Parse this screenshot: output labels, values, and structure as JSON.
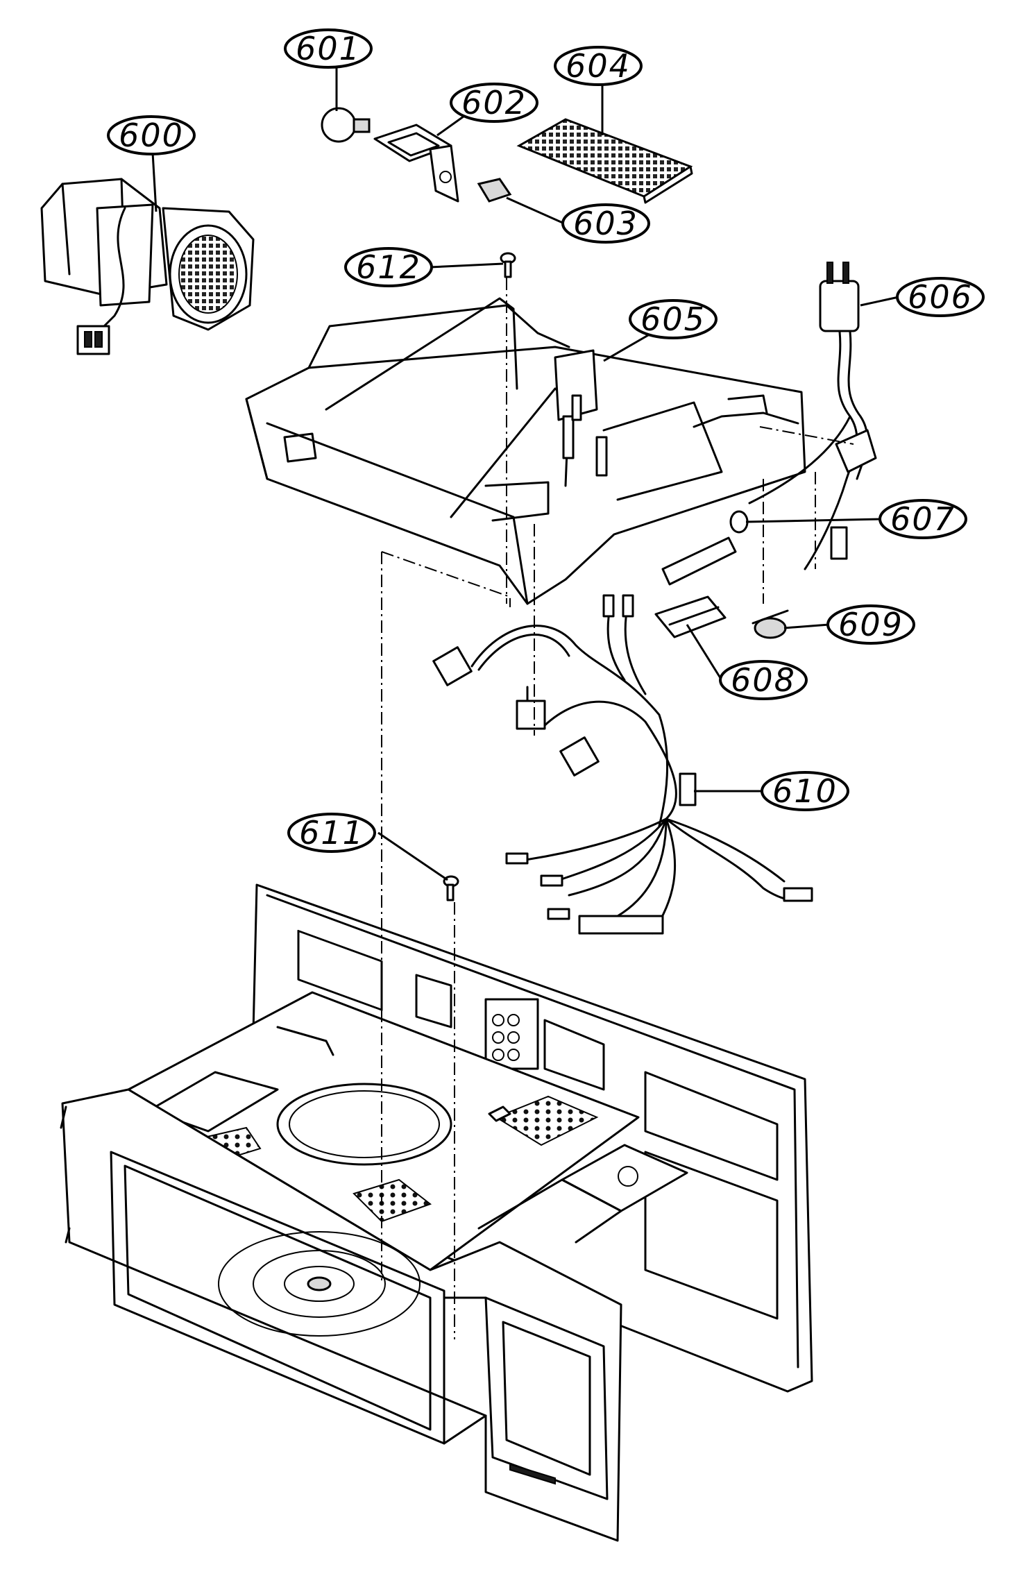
{
  "callouts": {
    "c600": "600",
    "c601": "601",
    "c602": "602",
    "c603": "603",
    "c604": "604",
    "c605": "605",
    "c606": "606",
    "c607": "607",
    "c608": "608",
    "c609": "609",
    "c610": "610",
    "c611": "611",
    "c612": "612"
  }
}
